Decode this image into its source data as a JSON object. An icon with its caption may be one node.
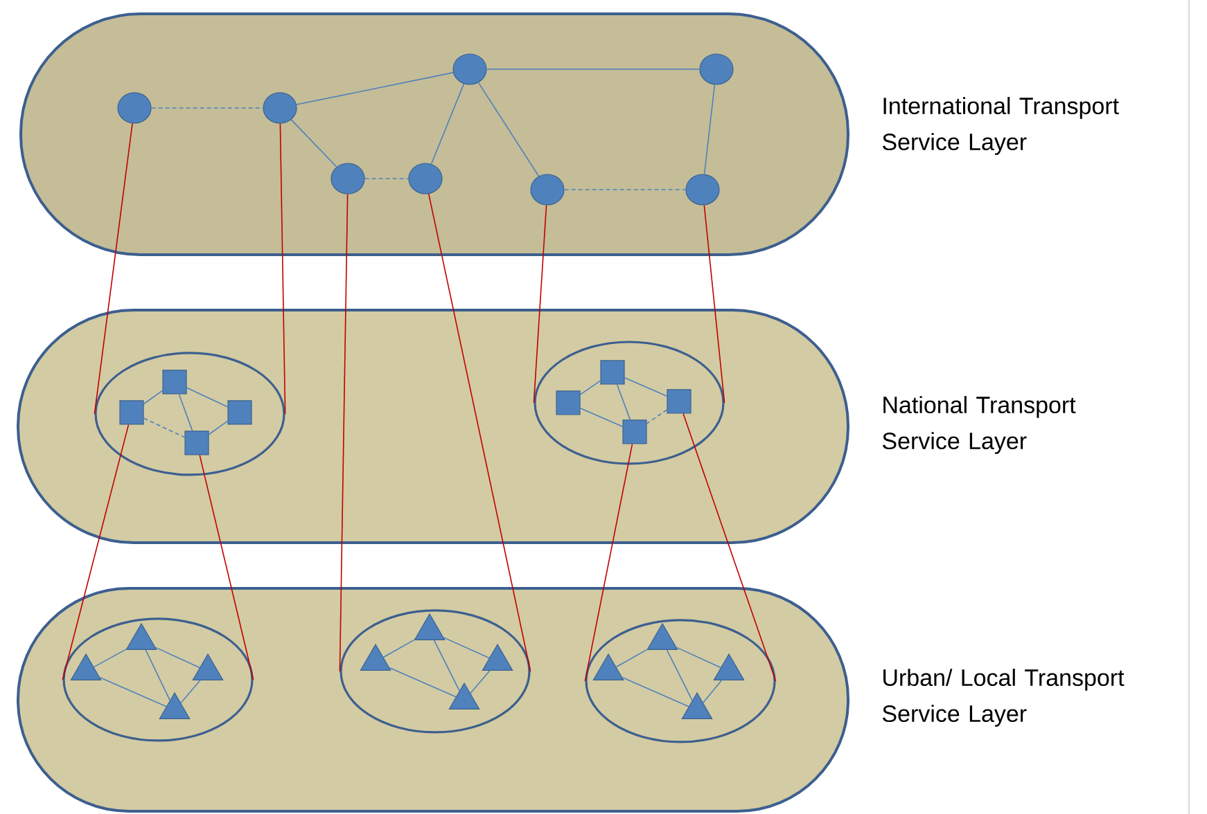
{
  "diagram": {
    "nodes": [
      {
        "text": [
          "International Transport Service Layer"
        ]
      },
      {
        "text": [],
        "shape": "circle",
        "in": 0
      },
      {
        "text": [],
        "shape": "circle",
        "in": 0
      },
      {
        "text": [],
        "shape": "circle",
        "in": 0
      },
      {
        "text": [],
        "shape": "circle",
        "in": 0
      },
      {
        "text": [],
        "shape": "circle",
        "in": 0
      },
      {
        "text": [],
        "shape": "circle",
        "in": 0
      },
      {
        "text": [],
        "shape": "circle",
        "in": 0
      },
      {
        "text": [],
        "shape": "circle",
        "in": 0
      },
      {
        "text": [
          "National Transport Service Layer"
        ]
      },
      {
        "text": [],
        "shape": "ellipse",
        "in": 9
      },
      {
        "text": [],
        "shape": "box",
        "in": 10
      },
      {
        "text": [],
        "shape": "box",
        "in": 10
      },
      {
        "text": [],
        "shape": "box",
        "in": 10
      },
      {
        "text": [],
        "shape": "box",
        "in": 10
      },
      {
        "text": [],
        "shape": "ellipse",
        "in": 9
      },
      {
        "text": [],
        "shape": "box",
        "in": 15
      },
      {
        "text": [],
        "shape": "box",
        "in": 15
      },
      {
        "text": [],
        "shape": "box",
        "in": 15
      },
      {
        "text": [],
        "shape": "box",
        "in": 15
      },
      {
        "text": [
          "Urban/ Local Transport Service Layer"
        ]
      },
      {
        "text": [],
        "shape": "ellipse",
        "in": 20
      },
      {
        "text": [],
        "shape": "triangle",
        "in": 21
      },
      {
        "text": [],
        "shape": "triangle",
        "in": 21
      },
      {
        "text": [],
        "shape": "triangle",
        "in": 21
      },
      {
        "text": [],
        "shape": "triangle",
        "in": 21
      },
      {
        "text": [],
        "shape": "ellipse",
        "in": 20
      },
      {
        "text": [],
        "shape": "triangle",
        "in": 26
      },
      {
        "text": [],
        "shape": "triangle",
        "in": 26
      },
      {
        "text": [],
        "shape": "triangle",
        "in": 26
      },
      {
        "text": [],
        "shape": "triangle",
        "in": 26
      },
      {
        "text": [],
        "shape": "ellipse",
        "in": 20
      },
      {
        "text": [],
        "shape": "triangle",
        "in": 31
      },
      {
        "text": [],
        "shape": "triangle",
        "in": 31
      },
      {
        "text": [],
        "shape": "triangle",
        "in": 31
      },
      {
        "text": [],
        "shape": "triangle",
        "in": 31
      }
    ],
    "edges": [
      {
        "from": 1,
        "to": 2,
        "arrow": "none",
        "style": "dashed"
      },
      {
        "from": 2,
        "to": 5,
        "arrow": "none"
      },
      {
        "from": 2,
        "to": 3,
        "arrow": "none"
      },
      {
        "from": 3,
        "to": 4,
        "arrow": "none",
        "style": "dashed"
      },
      {
        "from": 4,
        "to": 5,
        "arrow": "none"
      },
      {
        "from": 5,
        "to": 8,
        "arrow": "none"
      },
      {
        "from": 5,
        "to": 6,
        "arrow": "none"
      },
      {
        "from": 8,
        "to": 7,
        "arrow": "none"
      },
      {
        "from": 6,
        "to": 7,
        "arrow": "none",
        "style": "dashed"
      },
      {
        "from": 11,
        "to": 12,
        "arrow": "none"
      },
      {
        "from": 12,
        "to": 14,
        "arrow": "none"
      },
      {
        "from": 12,
        "to": 13,
        "arrow": "none"
      },
      {
        "from": 11,
        "to": 13,
        "arrow": "none",
        "style": "dashed"
      },
      {
        "from": 14,
        "to": 13,
        "arrow": "none"
      },
      {
        "from": 16,
        "to": 17,
        "arrow": "none"
      },
      {
        "from": 17,
        "to": 19,
        "arrow": "none"
      },
      {
        "from": 17,
        "to": 18,
        "arrow": "none"
      },
      {
        "from": 16,
        "to": 18,
        "arrow": "none"
      },
      {
        "from": 19,
        "to": 18,
        "arrow": "none",
        "style": "dashed"
      },
      {
        "from": 22,
        "to": 23,
        "arrow": "none"
      },
      {
        "from": 23,
        "to": 25,
        "arrow": "none"
      },
      {
        "from": 23,
        "to": 24,
        "arrow": "none"
      },
      {
        "from": 22,
        "to": 24,
        "arrow": "none"
      },
      {
        "from": 25,
        "to": 24,
        "arrow": "none"
      },
      {
        "from": 27,
        "to": 28,
        "arrow": "none"
      },
      {
        "from": 28,
        "to": 30,
        "arrow": "none"
      },
      {
        "from": 28,
        "to": 29,
        "arrow": "none"
      },
      {
        "from": 27,
        "to": 29,
        "arrow": "none"
      },
      {
        "from": 30,
        "to": 29,
        "arrow": "none"
      },
      {
        "from": 32,
        "to": 33,
        "arrow": "none"
      },
      {
        "from": 33,
        "to": 35,
        "arrow": "none"
      },
      {
        "from": 33,
        "to": 34,
        "arrow": "none"
      },
      {
        "from": 32,
        "to": 34,
        "arrow": "none"
      },
      {
        "from": 35,
        "to": 34,
        "arrow": "none"
      },
      {
        "from": 1,
        "to": 10,
        "arrow": "none",
        "color": "#c00000"
      },
      {
        "from": 2,
        "to": 10,
        "arrow": "none",
        "color": "#c00000"
      },
      {
        "from": 3,
        "to": 26,
        "arrow": "none",
        "color": "#c00000"
      },
      {
        "from": 4,
        "to": 26,
        "arrow": "none",
        "color": "#c00000"
      },
      {
        "from": 6,
        "to": 15,
        "arrow": "none",
        "color": "#c00000"
      },
      {
        "from": 7,
        "to": 15,
        "arrow": "none",
        "color": "#c00000"
      },
      {
        "from": 11,
        "to": 21,
        "arrow": "none",
        "color": "#c00000"
      },
      {
        "from": 13,
        "to": 21,
        "arrow": "none",
        "color": "#c00000"
      },
      {
        "from": 18,
        "to": 31,
        "arrow": "none",
        "color": "#c00000"
      },
      {
        "from": 19,
        "to": 31,
        "arrow": "none",
        "color": "#c00000"
      }
    ]
  }
}
